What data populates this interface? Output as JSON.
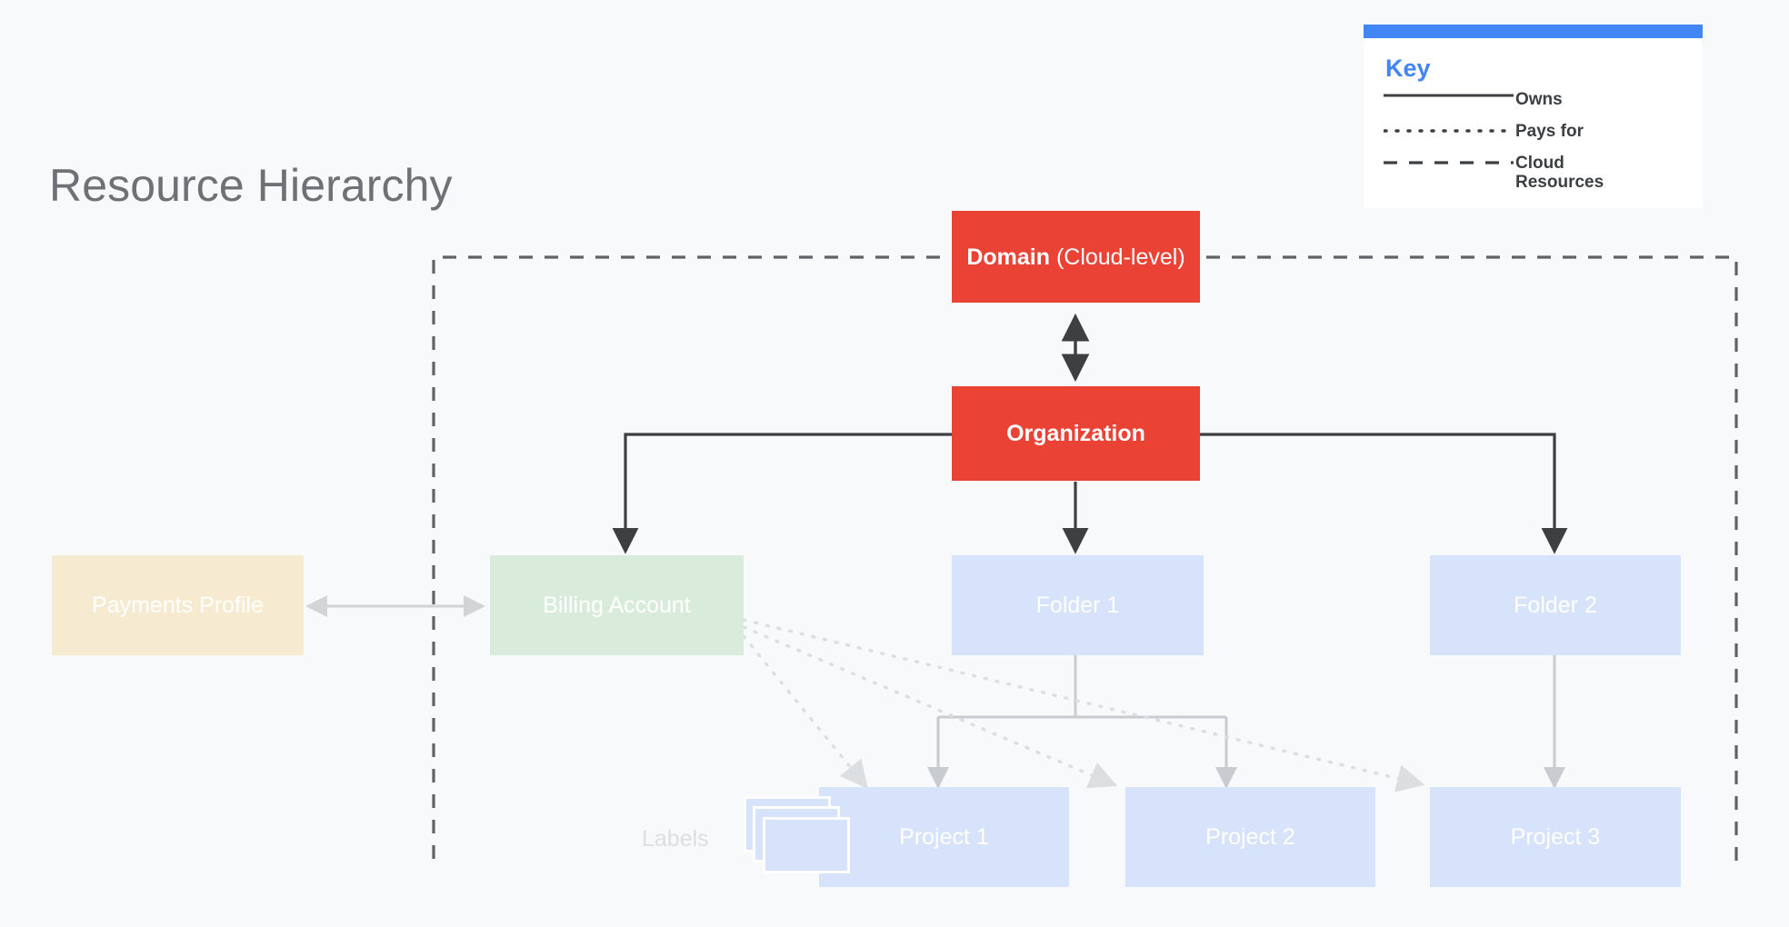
{
  "page": {
    "title": "Resource Hierarchy",
    "background_color": "#f7f9fa",
    "title_color": "#6e7276"
  },
  "key": {
    "title": "Key",
    "accent_color": "#4285f4",
    "label_color": "#3c4043",
    "entries": [
      {
        "style": "solid",
        "label": "Owns"
      },
      {
        "style": "dotted",
        "label": "Pays for"
      },
      {
        "style": "dashed",
        "label": "Cloud Resources"
      }
    ]
  },
  "nodes": {
    "domain": {
      "label_strong": "Domain",
      "label_light": " (Cloud-level)",
      "color": "#ea4335",
      "text_color": "#ffffff"
    },
    "organization": {
      "label": "Organization",
      "color": "#ea4335",
      "text_color": "#ffffff"
    },
    "payments_profile": {
      "label": "Payments Profile",
      "color": "#f6ead0",
      "text_color": "#ffffff"
    },
    "billing_account": {
      "label": "Billing Account",
      "color": "#d9ecdc",
      "text_color": "#ffffff"
    },
    "folder_1": {
      "label": "Folder 1",
      "color": "#d6e3fa",
      "text_color": "#ffffff"
    },
    "folder_2": {
      "label": "Folder 2",
      "color": "#d6e3fa",
      "text_color": "#ffffff"
    },
    "project_1": {
      "label": "Project 1",
      "color": "#d6e3fa",
      "text_color": "#ffffff"
    },
    "project_2": {
      "label": "Project 2",
      "color": "#d6e3fa",
      "text_color": "#ffffff"
    },
    "project_3": {
      "label": "Project 3",
      "color": "#d6e3fa",
      "text_color": "#ffffff"
    }
  },
  "annotations": {
    "labels_caption": "Labels",
    "labels_caption_color": "#dcdfe2"
  },
  "edges": {
    "owns_color": "#3c4043",
    "pays_for_color": "#dadce0",
    "cloud_boundary_color": "#5f6368",
    "child_link_color": "#c8ccd0",
    "payments_link_color": "#d2d5d8"
  }
}
